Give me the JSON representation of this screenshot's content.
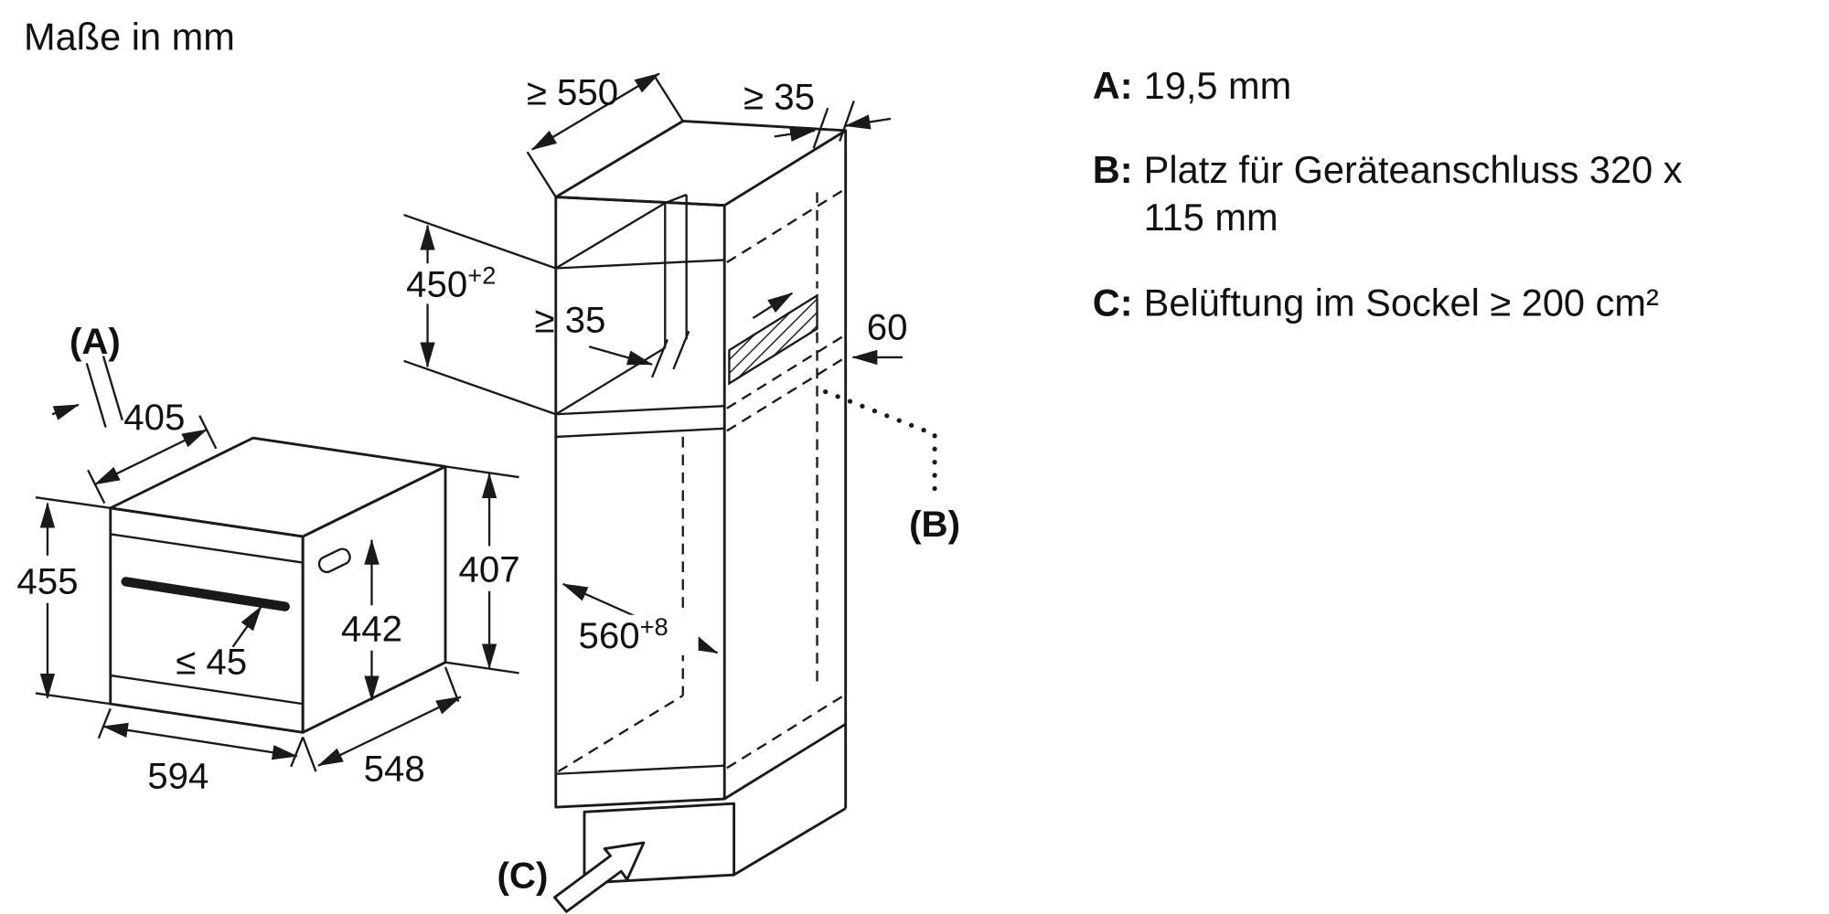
{
  "title": "Maße in mm",
  "legend": {
    "a": {
      "key": "A:",
      "text": "19,5 mm"
    },
    "b": {
      "key": "B:",
      "line1": "Platz für Geräteanschluss 320 x",
      "line2": "115 mm"
    },
    "c": {
      "key": "C:",
      "text": "Belüftung im Sockel ≥ 200 cm²"
    }
  },
  "oven": {
    "ref_label": "(A)",
    "dim_body_depth": "405",
    "dim_height": "455",
    "dim_inner_height": "442",
    "dim_side_height": "407",
    "dim_handle": "≤ 45",
    "dim_width": "594",
    "dim_depth": "548"
  },
  "cabinet": {
    "dim_top_depth": "≥ 550",
    "dim_top_gap": "≥ 35",
    "dim_niche_height": "450",
    "dim_niche_height_tol": "+2",
    "dim_back_gap": "≥ 35",
    "dim_back_offset": "60",
    "dim_niche_width": "560",
    "dim_niche_width_tol": "+8",
    "ref_b": "(B)",
    "ref_c": "(C)"
  }
}
